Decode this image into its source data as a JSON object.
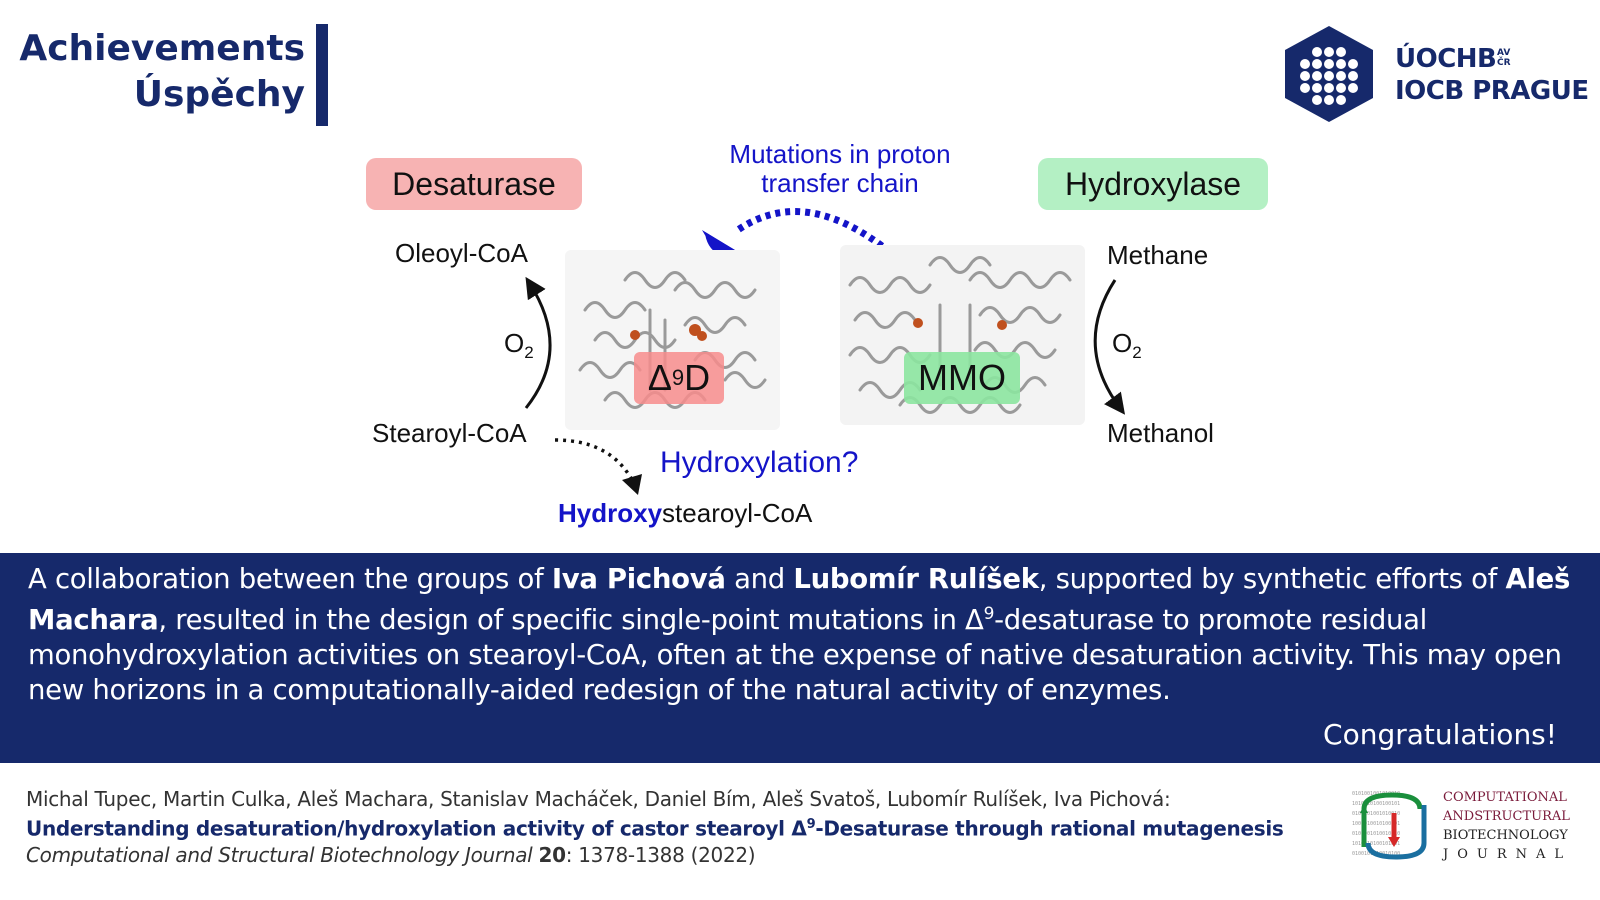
{
  "header": {
    "title_line1": "Achievements",
    "title_line2": "Úspěchy",
    "logo_line1": "ÚOCHB",
    "logo_avcr_top": "AV",
    "logo_avcr_bottom": "ČR",
    "logo_line2": "IOCB PRAGUE",
    "brand_color": "#16296b"
  },
  "diagram": {
    "desaturase_label": "Desaturase",
    "hydroxylase_label": "Hydroxylase",
    "mutation_note_line1": "Mutations in proton",
    "mutation_note_line2": "transfer chain",
    "oleoyl": "Oleoyl-CoA",
    "stearoyl": "Stearoyl-CoA",
    "o2_left": "O",
    "o2_left_sub": "2",
    "o2_right": "O",
    "o2_right_sub": "2",
    "delta_symbol": "Δ",
    "delta_sup": "9",
    "delta_letter": "D",
    "mmo_label": "MMO",
    "methane": "Methane",
    "methanol": "Methanol",
    "hydroxylation_question": "Hydroxylation?",
    "product_prefix": "Hydroxy",
    "product_suffix": "stearoyl-CoA",
    "pill_desaturase_color": "#f7b3b3",
    "pill_hydroxylase_color": "#b4f0c4",
    "accent_blue": "#1414c8"
  },
  "summary": {
    "p1": "A collaboration between the groups of ",
    "name1": "Iva Pichová",
    "p2": " and ",
    "name2": "Lubomír Rulíšek",
    "p3": ", supported by synthetic efforts of ",
    "name3": "Aleš Machara",
    "p4": ", resulted in the design of specific single-point mutations in Δ",
    "sup9": "9",
    "p5": "-desaturase to promote residual monohydroxylation activities on stearoyl-CoA, often at the expense of native desaturation activity. This may open new horizons in a computationally-aided redesign of the natural activity of enzymes.",
    "congrats": "Congratulations!"
  },
  "citation": {
    "authors": "Michal Tupec, Martin Culka, Aleš Machara, Stanislav Macháček, Daniel Bím, Aleš Svatoš, Lubomír Rulíšek, Iva Pichová:",
    "title_a": "Understanding desaturation/hydroxylation activity of castor stearoyl Δ",
    "title_sup": "9",
    "title_b": "-Desaturase through rational mutagenesis",
    "journal": "Computational and Structural Biotechnology Journal",
    "volume": "20",
    "pages": ": 1378-1388 (2022)"
  },
  "journal_logo": {
    "line1": "COMPUTATIONAL",
    "line2a": "AND",
    "line2b": "STRUCTURAL",
    "line3": "BIOTECHNOLOGY",
    "line4": "JOURNAL"
  }
}
